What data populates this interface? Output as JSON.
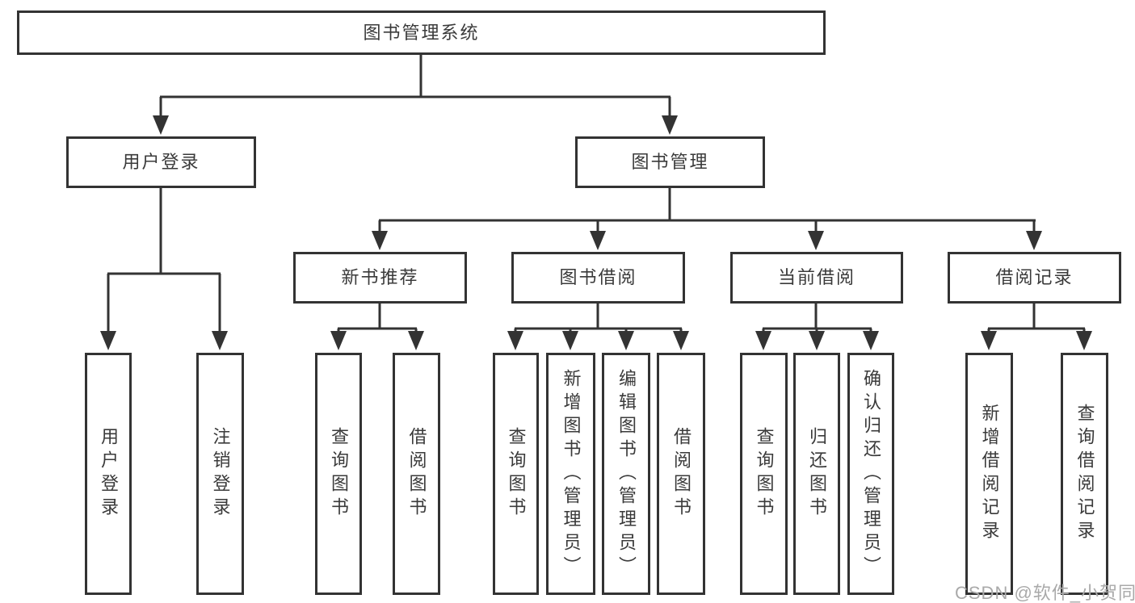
{
  "diagram": {
    "type": "hierarchy",
    "colors": {
      "line": "#333333",
      "box_border": "#333333",
      "box_background": "#ffffff",
      "text": "#3a3a3a",
      "watermark_text": "#a9a9a9"
    },
    "tree": {
      "label": "图书管理系统",
      "children": [
        {
          "label": "用户登录",
          "children": [
            {
              "label": "用户登录"
            },
            {
              "label": "注销登录"
            }
          ]
        },
        {
          "label": "图书管理",
          "children": [
            {
              "label": "新书推荐",
              "children": [
                {
                  "label": "查询图书"
                },
                {
                  "label": "借阅图书"
                }
              ]
            },
            {
              "label": "图书借阅",
              "children": [
                {
                  "label": "查询图书"
                },
                {
                  "label": "新增图书（管理员）"
                },
                {
                  "label": "编辑图书（管理员）"
                },
                {
                  "label": "借阅图书"
                }
              ]
            },
            {
              "label": "当前借阅",
              "children": [
                {
                  "label": "查询图书"
                },
                {
                  "label": "归还图书"
                },
                {
                  "label": "确认归还（管理员）"
                }
              ]
            },
            {
              "label": "借阅记录",
              "children": [
                {
                  "label": "新增借阅记录"
                },
                {
                  "label": "查询借阅记录"
                }
              ]
            }
          ]
        }
      ]
    },
    "watermark": {
      "text": "CSDN @软件_小贺同学"
    }
  }
}
